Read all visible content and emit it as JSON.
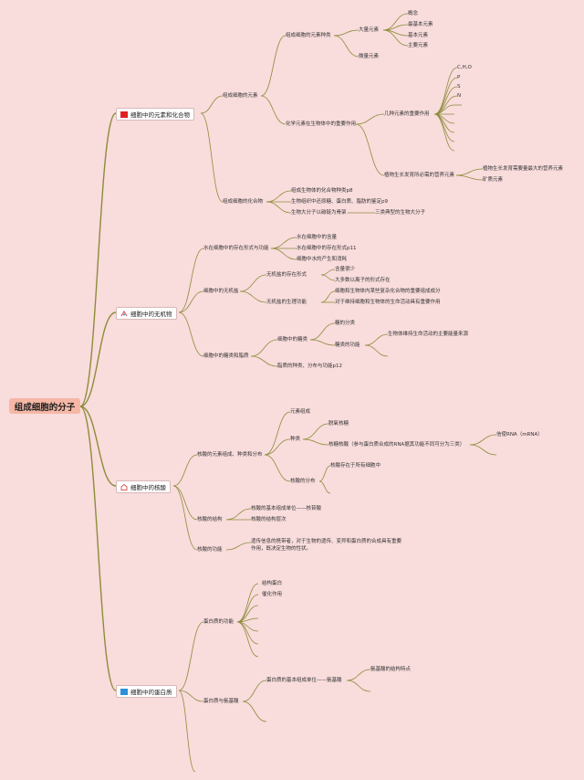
{
  "root": "组成细胞的分子",
  "colors": {
    "background": "#f9dcdc",
    "line": "#8c8c3a",
    "root_fill": "#f6b7a5",
    "flag_red": "#e02020",
    "flag_blue": "#2e8fd6",
    "leaf_icon": "#e05a5a"
  },
  "branches": [
    {
      "label": "细胞中的元素和化合物",
      "icon": "red-flag-icon",
      "children": [
        {
          "label": "组成细胞的元素",
          "children": [
            {
              "label": "组成细胞的元素种类",
              "children": [
                {
                  "label": "大量元素",
                  "children": [
                    "概念",
                    "最基本元素",
                    "基本元素",
                    "主要元素"
                  ]
                },
                {
                  "label": "微量元素"
                }
              ]
            },
            {
              "label": "化学元素在生物体中的重要作用",
              "children": [
                {
                  "label": "几种元素的重要作用",
                  "children": [
                    "C,H,O",
                    "P",
                    "S",
                    "N"
                  ]
                },
                {
                  "label": "植物生长发育所必需的营养元素",
                  "children": [
                    "植物生长发育需要量最大的营养元素",
                    "矿质元素"
                  ]
                }
              ]
            }
          ]
        },
        {
          "label": "组成细胞的化合物",
          "children": [
            {
              "label": "组成生物体的化合物种类p8"
            },
            {
              "label": "生物组织中还原糖、蛋白质、脂肪的鉴定p9"
            },
            {
              "label": "生物大分子以碳链为骨架",
              "children": [
                "三类典型的生物大分子"
              ]
            }
          ]
        }
      ]
    },
    {
      "label": "细胞中的无机物",
      "icon": "inorganic-icon",
      "children": [
        {
          "label": "水在细胞中的存在形式与功能",
          "children": [
            "水在细胞中的含量",
            "水在细胞中的存在形式p11",
            "细胞中水的产生和消耗"
          ]
        },
        {
          "label": "细胞中的无机盐",
          "children": [
            {
              "label": "无机盐的存在形式",
              "children": [
                "含量很少",
                "大多数以离子的形式存在"
              ]
            },
            {
              "label": "无机盐的生理功能",
              "children": [
                "细胞和生物体内某些复杂化合物的重要组成成分",
                "对于维持细胞和生物体的生命活动具有重要作用"
              ]
            }
          ]
        },
        {
          "label": "细胞中的糖类和脂质",
          "children": [
            {
              "label": "细胞中的糖类",
              "children": [
                {
                  "label": "糖的分类"
                },
                {
                  "label": "糖类的功能",
                  "children": [
                    "生物体维持生命活动的主要能量来源"
                  ]
                }
              ]
            },
            {
              "label": "脂质的种类、分布与功能p12"
            }
          ]
        }
      ]
    },
    {
      "label": "细胞中的核酸",
      "icon": "nucleic-icon",
      "children": [
        {
          "label": "核酸的元素组成、种类和分布",
          "children": [
            {
              "label": "元素组成"
            },
            {
              "label": "种类",
              "children": [
                {
                  "label": "脱氧核糖"
                },
                {
                  "label": "核糖核酸（参与蛋白质合成的RNA据其功能不同可分为三类）",
                  "children": [
                    "信使RNA（mRNA）"
                  ]
                }
              ]
            },
            {
              "label": "核酸的分布",
              "children": [
                "核酸存在于所有细胞中"
              ]
            }
          ]
        },
        {
          "label": "核酸的结构",
          "children": [
            "核酸的基本组成单位——核苷酸",
            "核酸的结构层次"
          ]
        },
        {
          "label": "核酸的功能",
          "children": [
            "遗传信息的携带者，对于生物的遗传、变异和蛋白质的合成具有重要作用，既决定生物的性状。"
          ]
        }
      ]
    },
    {
      "label": "细胞中的蛋白质",
      "icon": "blue-flag-icon",
      "children": [
        {
          "label": "蛋白质的功能",
          "children": [
            "结构蛋白",
            "催化作用"
          ]
        },
        {
          "label": "蛋白质与氨基酸",
          "children": [
            {
              "label": "蛋白质的基本组成单位——氨基酸",
              "children": [
                "氨基酸的结构特点"
              ]
            }
          ]
        }
      ]
    }
  ]
}
